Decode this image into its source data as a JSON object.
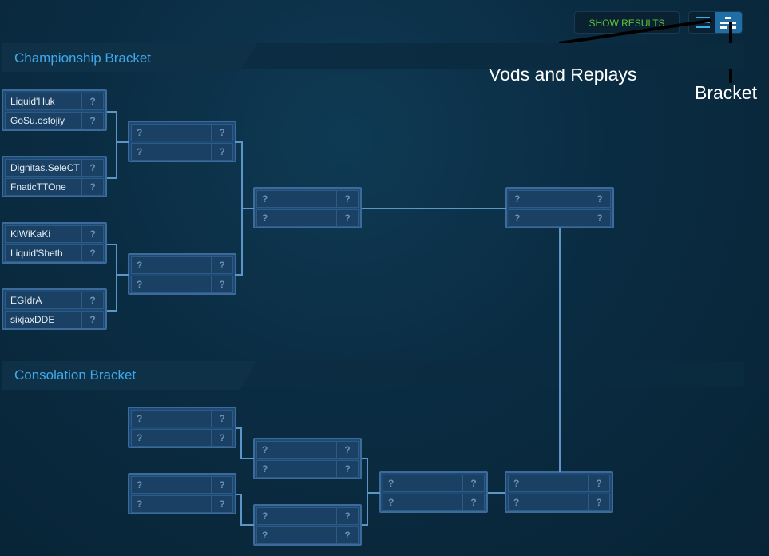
{
  "header": {
    "show_results_label": "SHOW RESULTS",
    "list_view_icon": "list-icon",
    "bracket_view_icon": "bracket-icon",
    "accent_green": "#5dc23a",
    "accent_blue": "#3fa9ea"
  },
  "annotations": {
    "vods_label": "Vods and Replays",
    "bracket_label": "Bracket"
  },
  "championship": {
    "title": "Championship Bracket",
    "round1": [
      {
        "p1": "Liquid'Huk",
        "s1": "?",
        "p2": "GoSu.ostojiy",
        "s2": "?"
      },
      {
        "p1": "Dignitas.SeleCT",
        "s1": "?",
        "p2": "FnaticTTOne",
        "s2": "?"
      },
      {
        "p1": "KiWiKaKi",
        "s1": "?",
        "p2": "Liquid'Sheth",
        "s2": "?"
      },
      {
        "p1": "EGIdrA",
        "s1": "?",
        "p2": "sixjaxDDE",
        "s2": "?"
      }
    ],
    "round2": [
      {
        "p1": "?",
        "s1": "?",
        "p2": "?",
        "s2": "?"
      },
      {
        "p1": "?",
        "s1": "?",
        "p2": "?",
        "s2": "?"
      }
    ],
    "semifinal": {
      "p1": "?",
      "s1": "?",
      "p2": "?",
      "s2": "?"
    },
    "final": {
      "p1": "?",
      "s1": "?",
      "p2": "?",
      "s2": "?"
    }
  },
  "consolation": {
    "title": "Consolation Bracket",
    "round1": [
      {
        "p1": "?",
        "s1": "?",
        "p2": "?",
        "s2": "?"
      },
      {
        "p1": "?",
        "s1": "?",
        "p2": "?",
        "s2": "?"
      }
    ],
    "round2": [
      {
        "p1": "?",
        "s1": "?",
        "p2": "?",
        "s2": "?"
      },
      {
        "p1": "?",
        "s1": "?",
        "p2": "?",
        "s2": "?"
      }
    ],
    "semifinal": {
      "p1": "?",
      "s1": "?",
      "p2": "?",
      "s2": "?"
    },
    "final": {
      "p1": "?",
      "s1": "?",
      "p2": "?",
      "s2": "?"
    }
  }
}
